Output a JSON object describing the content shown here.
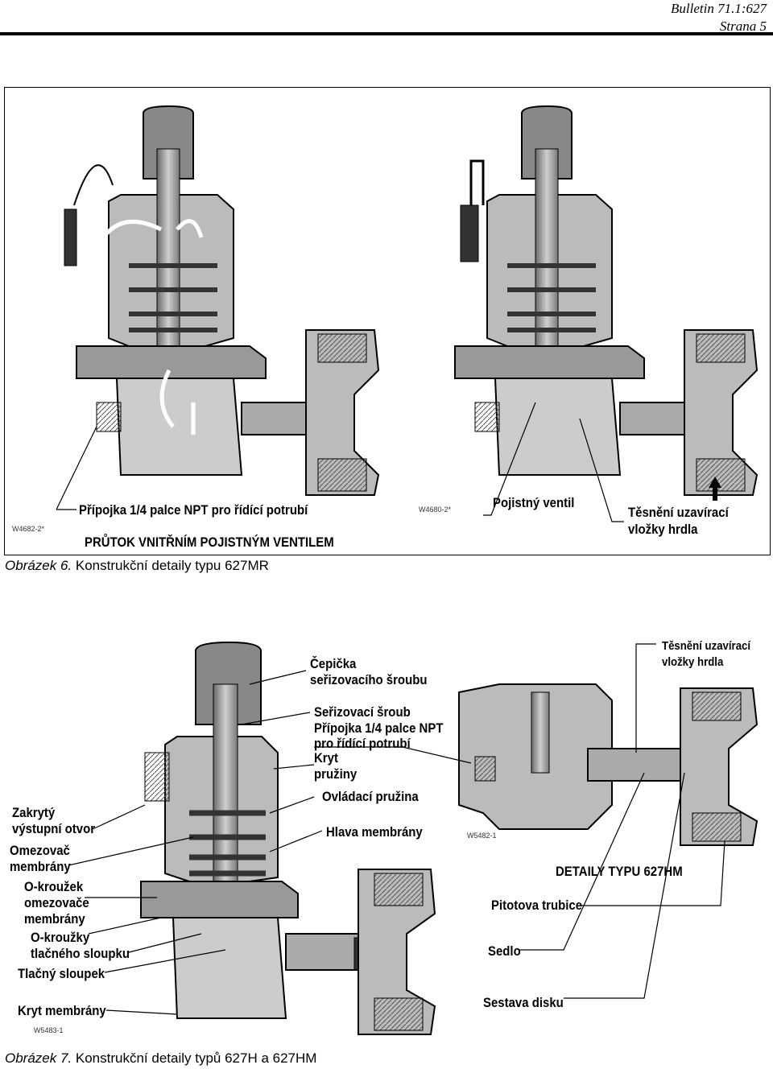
{
  "header": {
    "bulletin": "Bulletin 71.1:627",
    "page": "Strana 5"
  },
  "figure6": {
    "caption_num": "Obrázek 6.",
    "caption_text": "Konstrukční detaily typu 627MR",
    "code_left": "W4682-2*",
    "code_right": "W4680-2*",
    "label_port": "Přípojka 1/4 palce NPT pro řídící potrubí",
    "label_flow": "PRŮTOK VNITŘNÍM POJISTNÝM VENTILEM",
    "label_relief": "Pojistný ventil",
    "label_seal_1": "Těsnění uzavírací",
    "label_seal_2": "vložky hrdla"
  },
  "figure7": {
    "caption_num": "Obrázek 7.",
    "caption_text": "Konstrukční detaily typů 627H a 627HM",
    "code_main": "W5483-1",
    "code_detail": "W5482-1",
    "labels": {
      "cap_1": "Čepička",
      "cap_2": "seřizovacího šroubu",
      "adj_screw": "Seřizovací šroub",
      "port_1": "Přípojka 1/4 palce NPT",
      "port_2": "pro řídící potrubí",
      "spring_case_1": "Kryt",
      "spring_case_2": "pružiny",
      "control_spring": "Ovládací pružina",
      "diaphragm_head": "Hlava membrány",
      "closed_outlet_1": "Zakrytý",
      "closed_outlet_2": "výstupní otvor",
      "limiter_1": "Omezovač",
      "limiter_2": "membrány",
      "oring_1": "O-kroužek",
      "oring_2": "omezovače",
      "oring_3": "membrány",
      "orings_post_1": "O-kroužky",
      "orings_post_2": "tlačného sloupku",
      "push_post": "Tlačný sloupek",
      "diaphragm_case": "Kryt membrány",
      "seal_1": "Těsnění uzavírací",
      "seal_2": "vložky hrdla",
      "details_title": "DETAILY TYPU 627HM",
      "pitot": "Pitotova trubice",
      "seat": "Sedlo",
      "disk": "Sestava disku"
    }
  }
}
